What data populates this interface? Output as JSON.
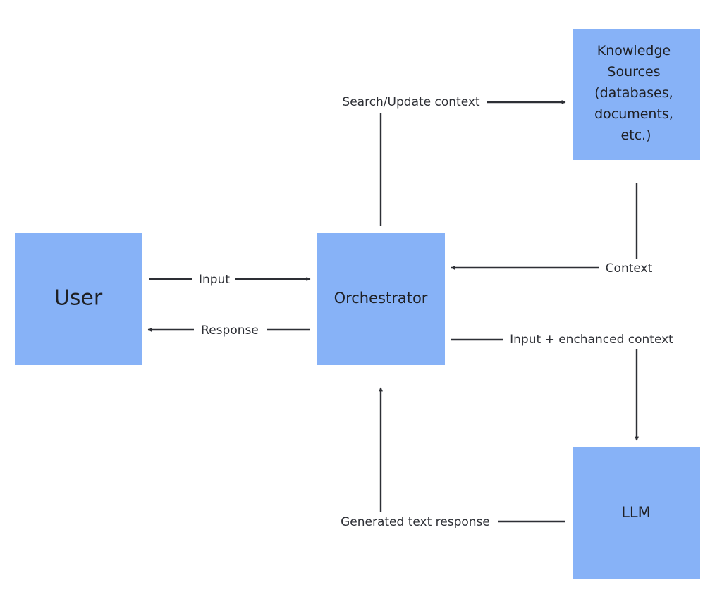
{
  "colors": {
    "node_fill": "#87b2f7",
    "edge": "#2d2f35",
    "text": "#1f2024"
  },
  "nodes": {
    "user": {
      "label": "User"
    },
    "orchestrator": {
      "label": "Orchestrator"
    },
    "knowledge": {
      "lines": [
        "Knowledge",
        "Sources",
        "(databases,",
        "documents,",
        "etc.)"
      ]
    },
    "llm": {
      "label": "LLM"
    }
  },
  "edges": {
    "input": "Input",
    "response": "Response",
    "search_update": "Search/Update context",
    "context": "Context",
    "input_enhanced": "Input + enchanced context",
    "generated": "Generated text response"
  }
}
